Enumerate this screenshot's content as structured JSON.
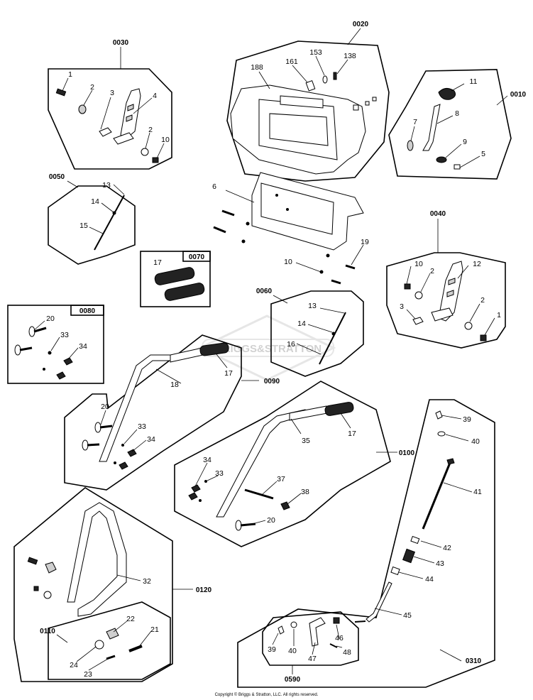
{
  "groups": {
    "g0010": "0010",
    "g0020": "0020",
    "g0030": "0030",
    "g0040": "0040",
    "g0050": "0050",
    "g0060": "0060",
    "g0070": "0070",
    "g0080": "0080",
    "g0090": "0090",
    "g0100": "0100",
    "g0110": "0110",
    "g0120": "0120",
    "g0310": "0310",
    "g0590": "0590"
  },
  "callouts": {
    "c1a": "1",
    "c2a": "2",
    "c3a": "3",
    "c4": "4",
    "c2b": "2",
    "c10a": "10",
    "c188": "188",
    "c161": "161",
    "c153": "153",
    "c138": "138",
    "c11": "11",
    "c8": "8",
    "c7": "7",
    "c9": "9",
    "c5": "5",
    "c6": "6",
    "c19": "19",
    "c10b": "10",
    "c13a": "13",
    "c14a": "14",
    "c15": "15",
    "c17a": "17",
    "c10c": "10",
    "c2c": "2",
    "c12": "12",
    "c3b": "3",
    "c2d": "2",
    "c1b": "1",
    "c13b": "13",
    "c14b": "14",
    "c16": "16",
    "c20a": "20",
    "c33a": "33",
    "c34a": "34",
    "c18": "18",
    "c17b": "17",
    "c20b": "20",
    "c33b": "33",
    "c34b": "34",
    "c35": "35",
    "c17c": "17",
    "c34c": "34",
    "c33c": "33",
    "c37": "37",
    "c38": "38",
    "c20c": "20",
    "c39a": "39",
    "c40a": "40",
    "c41": "41",
    "c42": "42",
    "c43": "43",
    "c44": "44",
    "c45": "45",
    "c32": "32",
    "c22": "22",
    "c21": "21",
    "c24": "24",
    "c23": "23",
    "c46": "46",
    "c39b": "39",
    "c40b": "40",
    "c47": "47",
    "c48": "48"
  },
  "watermark": "BRIGGS&STRATTON",
  "copyright": "Copyright © Briggs & Stratton, LLC. All rights reserved."
}
